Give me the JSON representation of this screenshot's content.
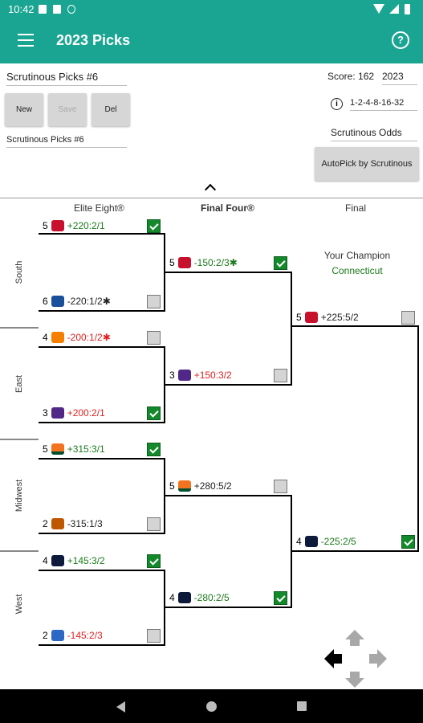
{
  "status": {
    "time": "10:42"
  },
  "app": {
    "title": "2023 Picks"
  },
  "form": {
    "name_value": "Scrutinous Picks #6",
    "name_display": "Scrutinous Picks #6",
    "buttons": {
      "new": "New",
      "save": "Save",
      "del": "Del"
    },
    "score_label": "Score: 162",
    "year": "2023",
    "scoring": "1-2-4-8-16-32",
    "odds_source": "Scrutinous Odds",
    "autopick_label": "AutoPick by Scrutinous"
  },
  "columns": {
    "elite": "Elite Eight®",
    "final4": "Final Four®",
    "final": "Final"
  },
  "regions": [
    "South",
    "East",
    "Midwest",
    "West"
  ],
  "champion": {
    "label": "Your Champion",
    "name": "Connecticut"
  },
  "colors": {
    "accent": "#1aa592",
    "pick_green": "#14892c",
    "odds_green": "#1a7a1a",
    "odds_red": "#e02020"
  },
  "bracket": {
    "elite": [
      {
        "seed": "5",
        "odds": "+220:2/1",
        "odds_color": "g",
        "checked": true,
        "logo": "san-diego-state-logo"
      },
      {
        "seed": "6",
        "odds": "-220:1/2✱",
        "odds_color": "k",
        "checked": false,
        "logo": "creighton-logo"
      },
      {
        "seed": "4",
        "odds": "-200:1/2✱",
        "odds_color": "r",
        "checked": false,
        "logo": "tennessee-logo"
      },
      {
        "seed": "3",
        "odds": "+200:2/1",
        "odds_color": "r",
        "checked": true,
        "logo": "kansas-state-logo"
      },
      {
        "seed": "5",
        "odds": "+315:3/1",
        "odds_color": "g",
        "checked": true,
        "logo": "miami-logo"
      },
      {
        "seed": "2",
        "odds": "-315:1/3",
        "odds_color": "k",
        "checked": false,
        "logo": "texas-logo"
      },
      {
        "seed": "4",
        "odds": "+145:3/2",
        "odds_color": "g",
        "checked": true,
        "logo": "connecticut-logo"
      },
      {
        "seed": "2",
        "odds": "-145:2/3",
        "odds_color": "r",
        "checked": false,
        "logo": "ucla-logo"
      }
    ],
    "final4": [
      {
        "seed": "5",
        "odds": "-150:2/3✱",
        "odds_color": "g",
        "checked": true,
        "logo": "san-diego-state-logo"
      },
      {
        "seed": "3",
        "odds": "+150:3/2",
        "odds_color": "r",
        "checked": false,
        "logo": "kansas-state-logo"
      },
      {
        "seed": "5",
        "odds": "+280:5/2",
        "odds_color": "k",
        "checked": false,
        "logo": "miami-logo"
      },
      {
        "seed": "4",
        "odds": "-280:2/5",
        "odds_color": "g",
        "checked": true,
        "logo": "connecticut-logo"
      }
    ],
    "final": [
      {
        "seed": "5",
        "odds": "+225:5/2",
        "odds_color": "k",
        "checked": false,
        "logo": "san-diego-state-logo"
      },
      {
        "seed": "4",
        "odds": "-225:2/5",
        "odds_color": "g",
        "checked": true,
        "logo": "connecticut-logo"
      }
    ]
  }
}
